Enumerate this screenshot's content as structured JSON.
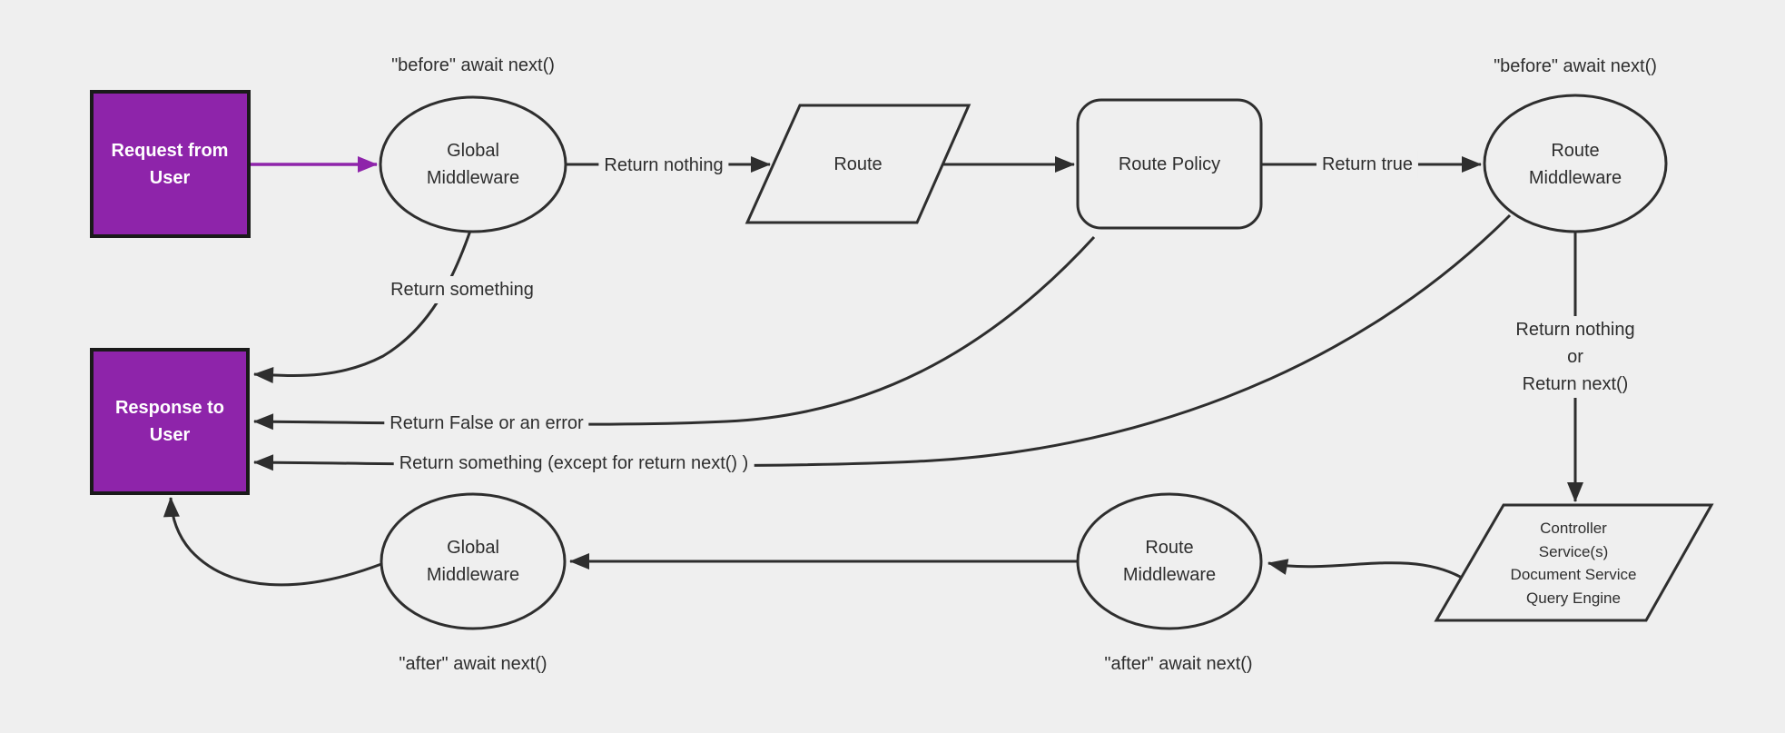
{
  "diagram": {
    "type": "flowchart",
    "colors": {
      "background": "#efefef",
      "line": "#2e2e2e",
      "purple_fill": "#8e24aa",
      "purple_border": "#1a1a1a",
      "text": "#2e2e2e",
      "node_text": "#ffffff"
    },
    "nodes": {
      "request": {
        "label": "Request from User",
        "shape": "rectangle"
      },
      "response": {
        "label": "Response to User",
        "shape": "rectangle"
      },
      "global_middleware_top": {
        "label": "Global Middleware",
        "shape": "ellipse"
      },
      "route": {
        "label": "Route",
        "shape": "parallelogram"
      },
      "route_policy": {
        "label": "Route Policy",
        "shape": "rounded-rectangle"
      },
      "route_middleware_top": {
        "label": "Route Middleware",
        "shape": "ellipse"
      },
      "controller": {
        "lines": [
          "Controller",
          "Service(s)",
          "Document Service",
          "Query Engine"
        ],
        "shape": "parallelogram"
      },
      "route_middleware_bottom": {
        "label": "Route Middleware",
        "shape": "ellipse"
      },
      "global_middleware_bottom": {
        "label": "Global Middleware",
        "shape": "ellipse"
      }
    },
    "annotations": {
      "before_top_left": "\"before\" await next()",
      "before_top_right": "\"before\" await next()",
      "after_bottom_left": "\"after\" await next()",
      "after_bottom_right": "\"after\" await next()"
    },
    "edge_labels": {
      "return_nothing": "Return nothing",
      "return_true": "Return true",
      "return_something": "Return something",
      "return_false": "Return False or an error",
      "return_something_except": "Return something (except for return next() )",
      "return_nothing_or": [
        "Return nothing",
        "or",
        "Return next()"
      ]
    }
  }
}
